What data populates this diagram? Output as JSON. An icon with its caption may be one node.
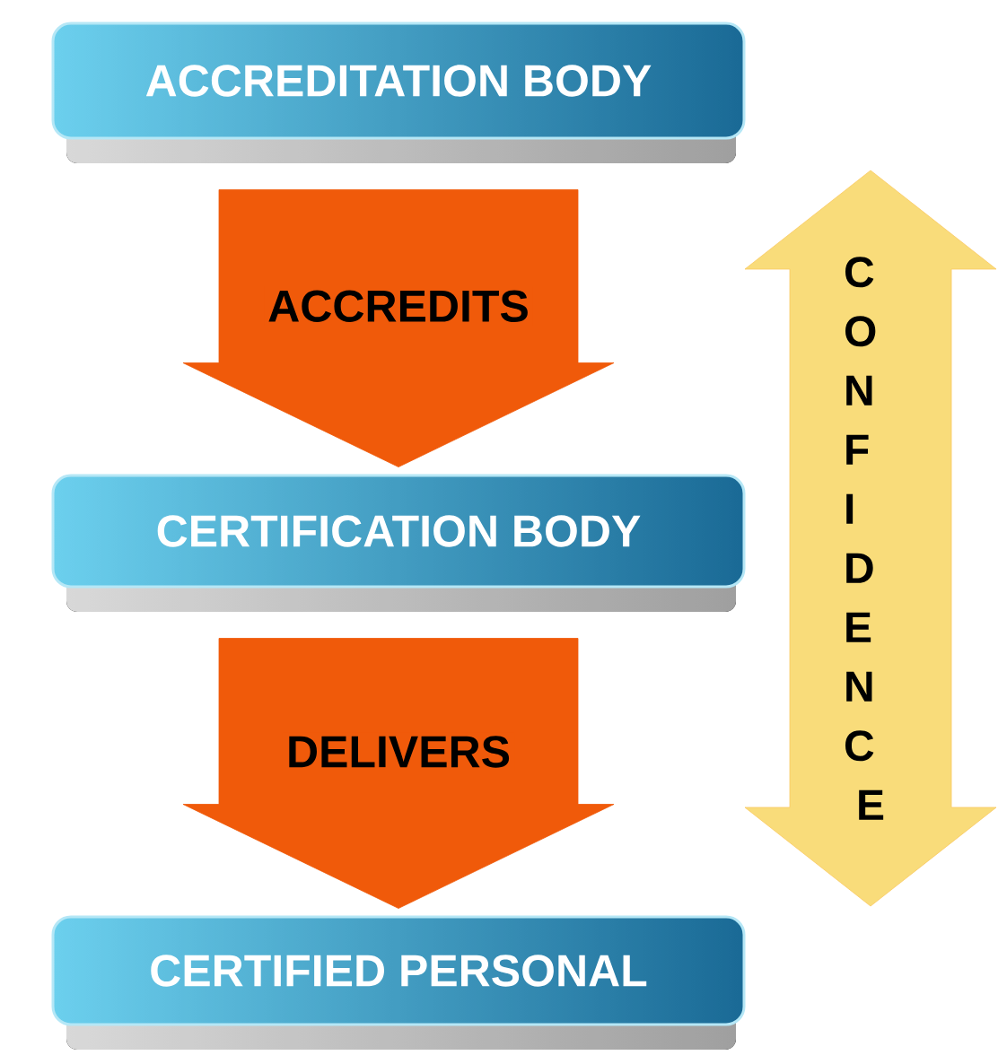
{
  "diagram": {
    "nodes": [
      {
        "text": [
          "ACCREDITATION BODY"
        ]
      },
      {
        "text": [
          "CERTIFICATION BODY"
        ]
      },
      {
        "text": [
          "CERTIFIED PERSONAL"
        ]
      },
      {
        "text": [
          "CONFIDENCE"
        ]
      }
    ],
    "edges": [
      {
        "from": 0,
        "to": 1,
        "arrow": "to",
        "label": "ACCREDITS"
      },
      {
        "from": 1,
        "to": 2,
        "arrow": "to",
        "label": "DELIVERS"
      }
    ]
  }
}
